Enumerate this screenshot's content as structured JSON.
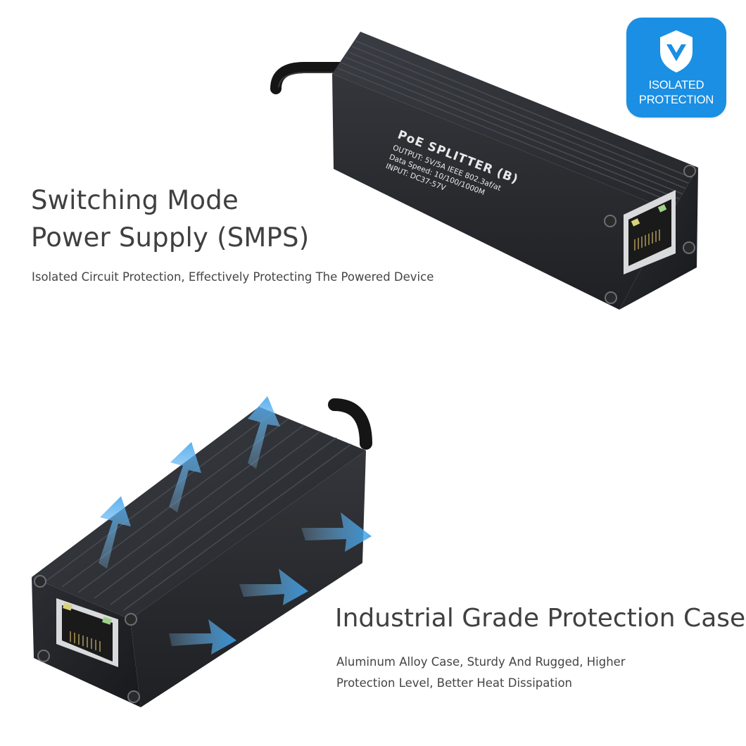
{
  "badge": {
    "icon": "shield-check-icon",
    "line1": "ISOLATED",
    "line2": "PROTECTION",
    "color": "#1a8fe3"
  },
  "device_top": {
    "label_title": "PoE SPLITTER (B)",
    "label_output": "OUTPUT: 5V/5A IEEE 802.3af/at",
    "label_speed": "Data Speed: 10/100/1000M",
    "label_input": "INPUT: DC37-57V"
  },
  "section1": {
    "title_line1": "Switching Mode",
    "title_line2": "Power Supply (SMPS)",
    "subtitle": "Isolated Circuit Protection, Effectively Protecting The Powered Device"
  },
  "section2": {
    "title": "Industrial Grade Protection Case",
    "desc_line1": "Aluminum Alloy Case, Sturdy And Rugged, Higher",
    "desc_line2": "Protection Level, Better Heat Dissipation"
  },
  "colors": {
    "case": "#2b2d31",
    "arrow": "#5fb4ee"
  }
}
